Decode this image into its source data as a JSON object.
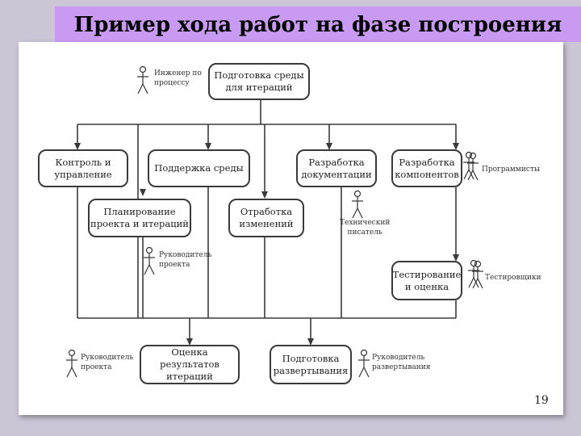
{
  "slide": {
    "title": "Пример хода работ на фазе построения",
    "page_number": "19"
  },
  "diagram": {
    "activities": {
      "env_prep": "Подготовка среды\nдля итераций",
      "control": "Контроль и\nуправление",
      "env_support": "Поддержка среды",
      "doc_dev": "Разработка\nдокументации",
      "comp_dev": "Разработка\nкомпонентов",
      "planning": "Планирование\nпроекта и итераций",
      "change_proc": "Отработка\nизменений",
      "testing": "Тестирование\nи оценка",
      "eval": "Оценка результатов\nитераций",
      "deploy_prep": "Подготовка\nразвертывания"
    },
    "roles": {
      "process_engineer": "Инженер по\nпроцессу",
      "programmers": "Программисты",
      "tech_writer": "Технический\nписатель",
      "project_manager": "Руководитель\nпроекта",
      "testers": "Тестировщики",
      "project_manager_2": "Руководитель\nпроекта",
      "deploy_manager": "Руководитель\nразвертывания"
    }
  }
}
